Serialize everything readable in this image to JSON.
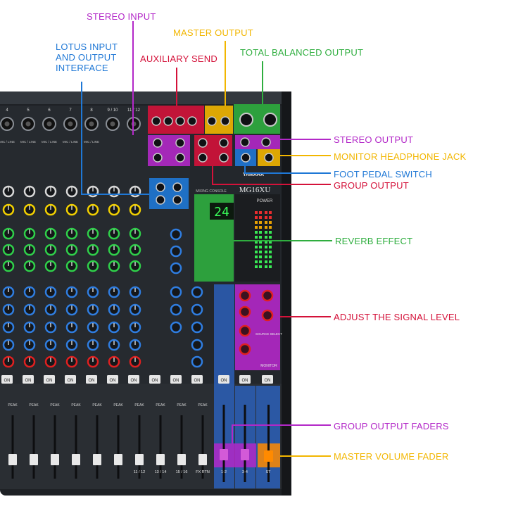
{
  "colors": {
    "purple": "#b328c8",
    "yellow": "#f2b600",
    "red": "#d4123a",
    "green": "#2fae3f",
    "blue": "#1f78d6",
    "orange": "#ff8a00",
    "device_body": "#1e2125",
    "device_panel": "#2a2e33",
    "channel_blue": "#2b5fb8"
  },
  "device": {
    "model": "MG16XU",
    "brand": "YAMAHA",
    "subtitle": "MIXING CONSOLE",
    "display_value": "24",
    "power_label": "POWER",
    "on_label": "ON",
    "peak_label": "PEAK",
    "mic_line_label": "MIC / LINE",
    "channel_numbers": [
      "4",
      "5",
      "6",
      "7",
      "8",
      "9 / 10",
      "11 / 12"
    ],
    "bottom_labels": [
      "11 / 12",
      "13 / 14",
      "15 / 16",
      "FX RTN"
    ],
    "group_labels": [
      "1-2",
      "3-4",
      "ST"
    ],
    "monitor_label": "MONITOR",
    "source_select_label": "SOURCE SELECT"
  },
  "callouts": [
    {
      "id": "stereo-input",
      "label": "STEREO INPUT",
      "color": "purple"
    },
    {
      "id": "master-output",
      "label": "MASTER OUTPUT",
      "color": "yellow"
    },
    {
      "id": "lotus-input",
      "label": "LOTUS INPUT\nAND OUTPUT\nINTERFACE",
      "color": "blue"
    },
    {
      "id": "auxiliary-send",
      "label": "AUXILIARY SEND",
      "color": "red"
    },
    {
      "id": "total-balanced-output",
      "label": "TOTAL BALANCED OUTPUT",
      "color": "green"
    },
    {
      "id": "stereo-output",
      "label": "STEREO OUTPUT",
      "color": "purple"
    },
    {
      "id": "monitor-headphone-jack",
      "label": "MONITOR HEADPHONE JACK",
      "color": "yellow"
    },
    {
      "id": "foot-pedal-switch",
      "label": "FOOT PEDAL SWITCH",
      "color": "blue"
    },
    {
      "id": "group-output",
      "label": "GROUP OUTPUT",
      "color": "red"
    },
    {
      "id": "reverb-effect",
      "label": "REVERB EFFECT",
      "color": "green"
    },
    {
      "id": "adjust-signal-level",
      "label": "ADJUST THE SIGNAL LEVEL",
      "color": "red"
    },
    {
      "id": "group-output-faders",
      "label": "GROUP OUTPUT FADERS",
      "color": "purple"
    },
    {
      "id": "master-volume-fader",
      "label": "MASTER VOLUME FADER",
      "color": "yellow"
    }
  ]
}
